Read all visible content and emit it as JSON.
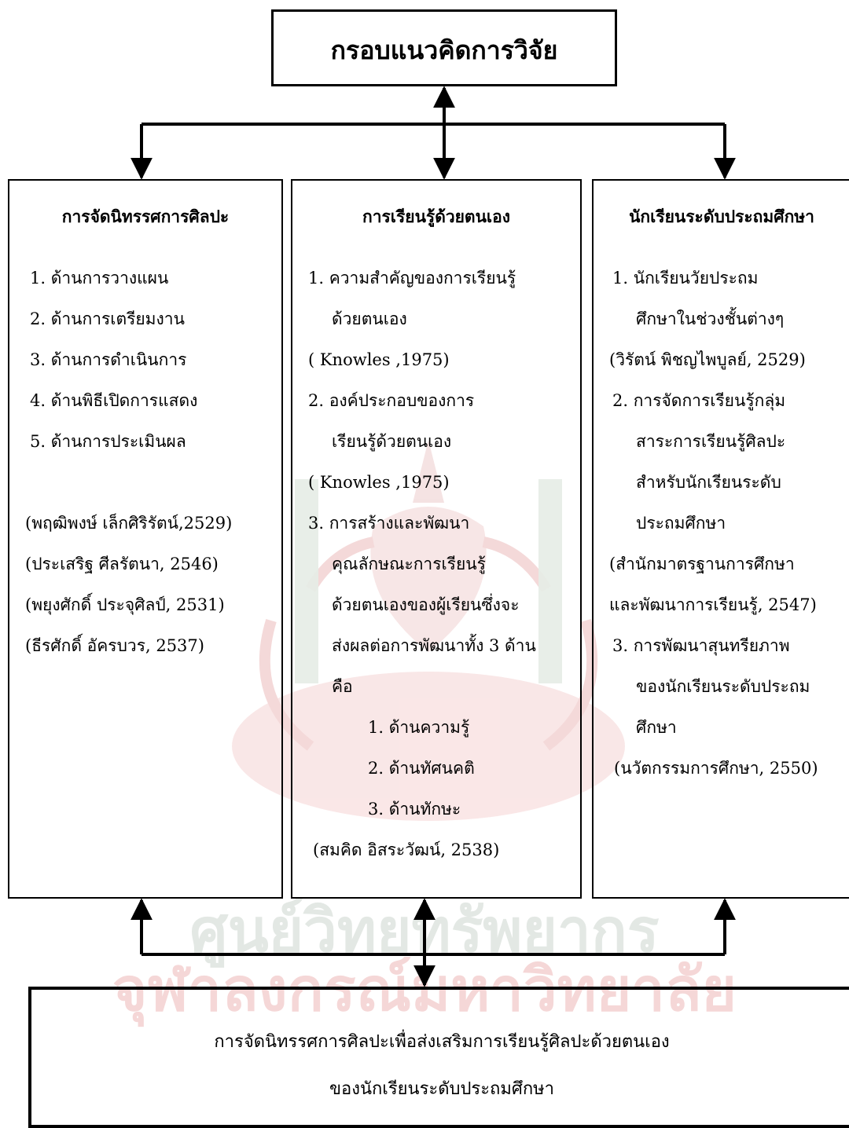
{
  "title": "กรอบแนวคิดการวิจัย",
  "columns": [
    {
      "heading": "การจัดนิทรรศการศิลปะ",
      "lines": [
        "1. ด้านการวางแผน",
        "2. ด้านการเตรียมงาน",
        "3. ด้านการดำเนินการ",
        "4. ด้านพิธีเปิดการแสดง",
        "5. ด้านการประเมินผล",
        "(พฤฒิพงษ์ เล็กศิริรัตน์,2529)",
        "(ประเสริฐ ศีลรัตนา, 2546)",
        "(พยุงศักดิ์ ประจุศิลป์, 2531)",
        "(ธีรศักดิ์ อัครบวร, 2537)"
      ]
    },
    {
      "heading": "การเรียนรู้ด้วยตนเอง",
      "lines": [
        "1. ความสำคัญของการเรียนรู้",
        "ด้วยตนเอง",
        "( Knowles ,1975)",
        "2. องค์ประกอบของการ",
        "เรียนรู้ด้วยตนเอง",
        "( Knowles ,1975)",
        "3. การสร้างและพัฒนา",
        "คุณลักษณะการเรียนรู้",
        "ด้วยตนเองของผู้เรียนซึ่งจะ",
        "ส่งผลต่อการพัฒนาทั้ง 3 ด้าน",
        "คือ",
        "1. ด้านความรู้",
        "2. ด้านทัศนคติ",
        "3. ด้านทักษะ",
        "(สมคิด อิสระวัฒน์, 2538)"
      ]
    },
    {
      "heading": "นักเรียนระดับประถมศึกษา",
      "lines": [
        "1. นักเรียนวัยประถม",
        "ศึกษาในช่วงชั้นต่างๆ",
        "(วิรัตน์ พิชญไพบูลย์, 2529)",
        "2. การจัดการเรียนรู้กลุ่ม",
        "สาระการเรียนรู้ศิลปะ",
        "สำหรับนักเรียนระดับ",
        "ประถมศึกษา",
        "(สำนักมาตรฐานการศึกษา",
        "และพัฒนาการเรียนรู้, 2547)",
        "3. การพัฒนาสุนทรียภาพ",
        "ของนักเรียนระดับประถม",
        "ศึกษา",
        "(นวัตกรรมการศึกษา, 2550)"
      ]
    }
  ],
  "bottom": {
    "line1": "การจัดนิทรรศการศิลปะเพื่อส่งเสริมการเรียนรู้ศิลปะด้วยตนเอง",
    "line2": "ของนักเรียนระดับประถมศึกษา"
  },
  "watermark": {
    "line1": "ศูนย์วิทยทรัพยากร",
    "line2": "จุฬาลงกรณ์มหาวิทยาลัย",
    "color1": "#e3e8e4",
    "color2": "#f5d7d7"
  }
}
